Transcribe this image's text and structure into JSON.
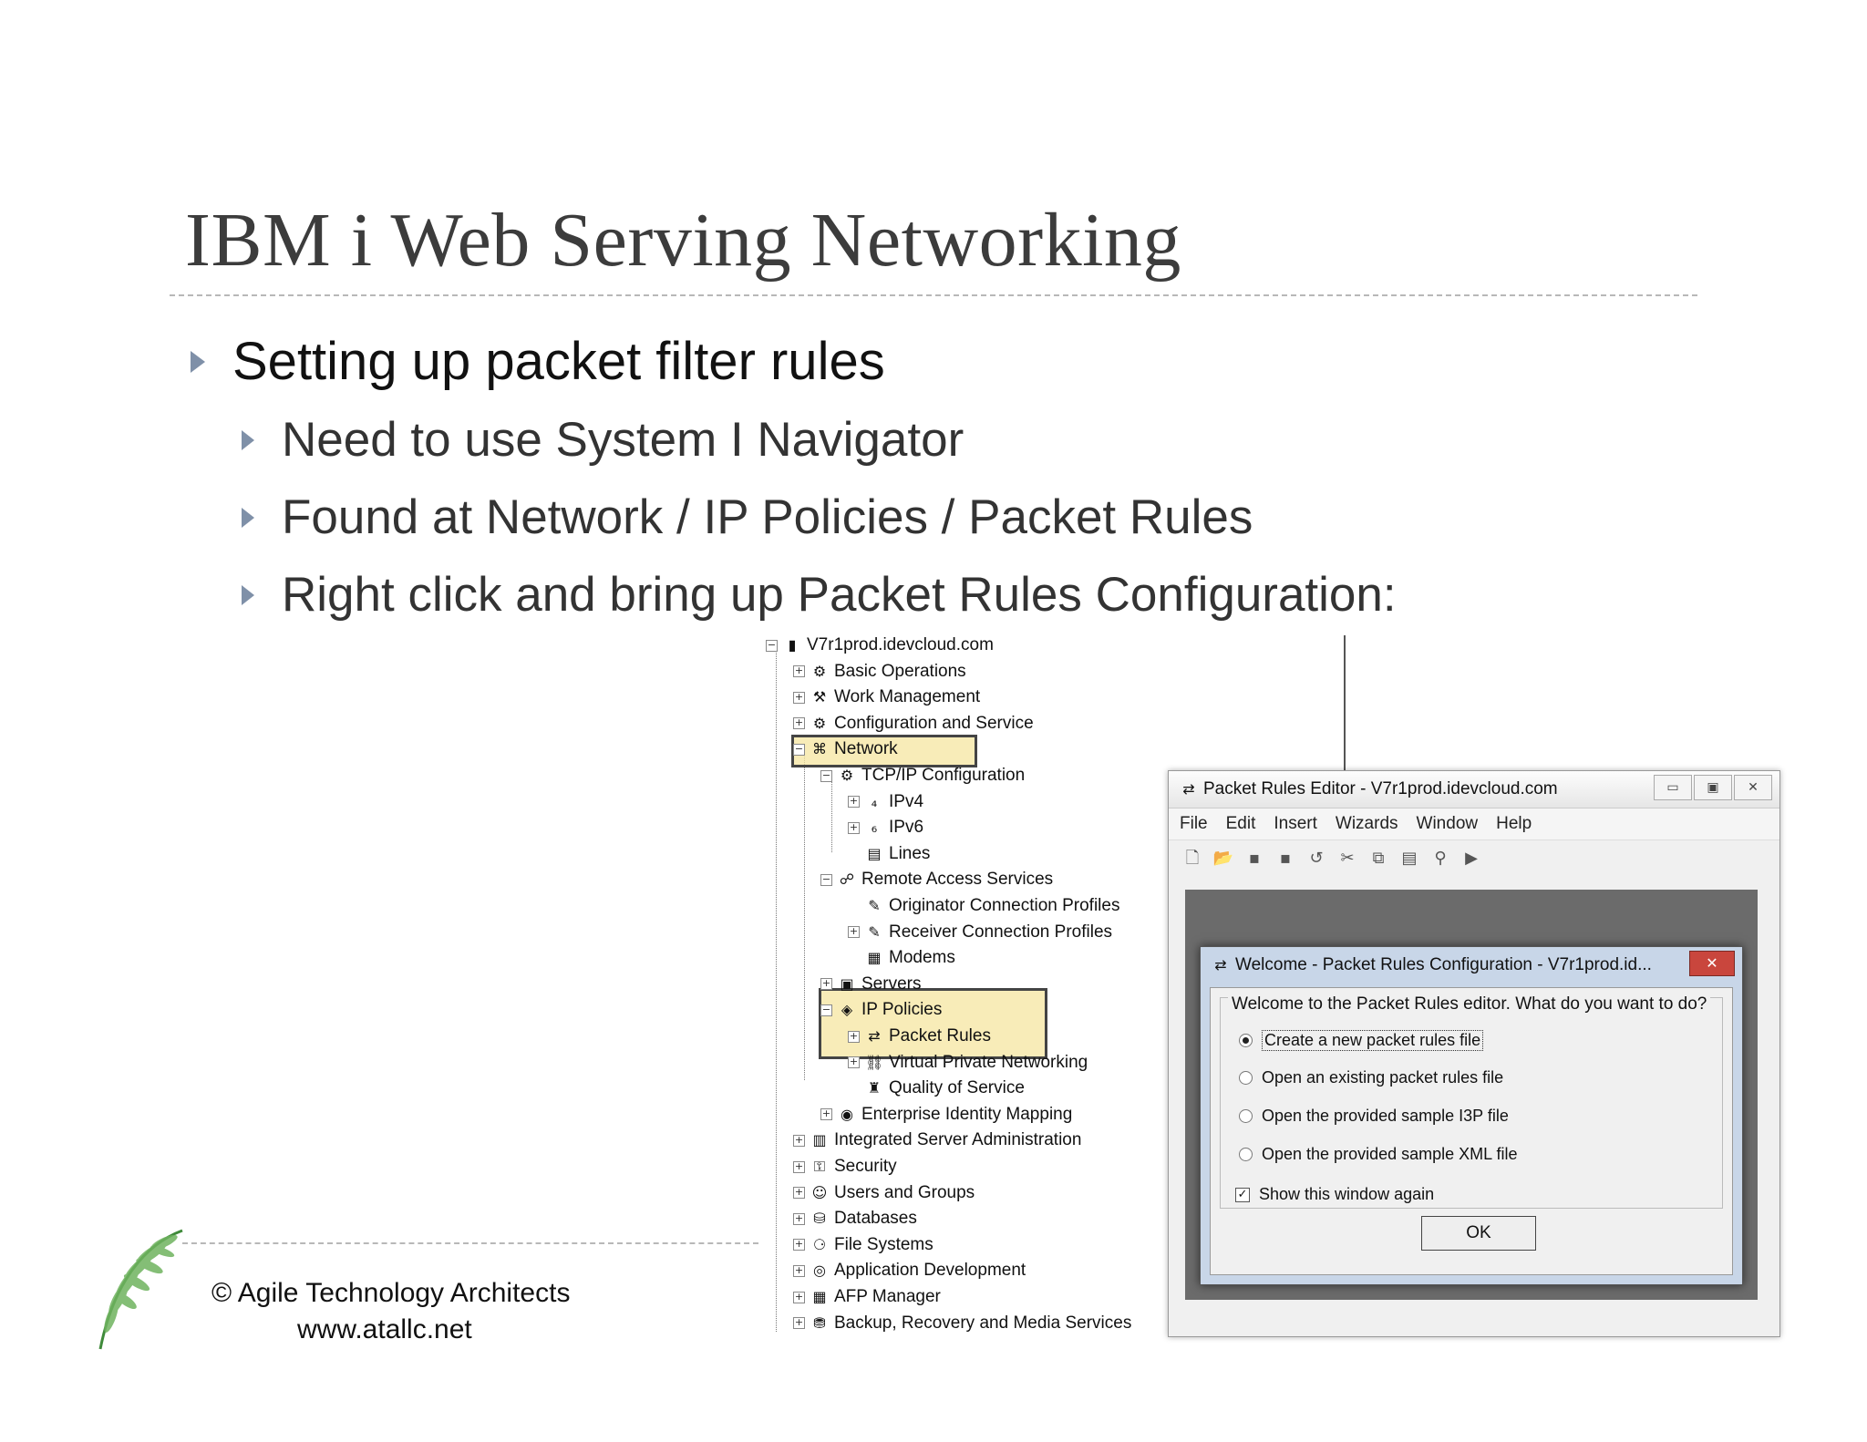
{
  "slide": {
    "title": "IBM i Web Serving Networking",
    "bullet_main": "Setting up packet filter rules",
    "sub_bullets": [
      "Need to use System I Navigator",
      "Found at Network / IP Policies / Packet Rules",
      "Right click and bring up Packet Rules Configuration:"
    ],
    "footer_copyright": "© Agile Technology Architects",
    "footer_url": "www.atallc.net"
  },
  "tree": {
    "items": [
      {
        "label": "V7r1prod.idevcloud.com",
        "icon": "server-icon",
        "level": 0,
        "toggle": "−"
      },
      {
        "label": "Basic Operations",
        "icon": "basic-operations-icon",
        "level": 1,
        "toggle": "+"
      },
      {
        "label": "Work Management",
        "icon": "work-management-icon",
        "level": 1,
        "toggle": "+"
      },
      {
        "label": "Configuration and Service",
        "icon": "configuration-icon",
        "level": 1,
        "toggle": "+"
      },
      {
        "label": "Network",
        "icon": "network-icon",
        "level": 1,
        "toggle": "−"
      },
      {
        "label": "TCP/IP Configuration",
        "icon": "tcpip-icon",
        "level": 2,
        "toggle": "−"
      },
      {
        "label": "IPv4",
        "icon": "ipv4-icon",
        "level": 3,
        "toggle": "+"
      },
      {
        "label": "IPv6",
        "icon": "ipv6-icon",
        "level": 3,
        "toggle": "+"
      },
      {
        "label": "Lines",
        "icon": "lines-icon",
        "level": 3,
        "toggle": ""
      },
      {
        "label": "Remote Access Services",
        "icon": "remote-access-icon",
        "level": 2,
        "toggle": "−"
      },
      {
        "label": "Originator Connection Profiles",
        "icon": "originator-icon",
        "level": 3,
        "toggle": ""
      },
      {
        "label": "Receiver Connection Profiles",
        "icon": "receiver-icon",
        "level": 3,
        "toggle": "+"
      },
      {
        "label": "Modems",
        "icon": "modem-icon",
        "level": 3,
        "toggle": ""
      },
      {
        "label": "Servers",
        "icon": "servers-icon",
        "level": 2,
        "toggle": "+"
      },
      {
        "label": "IP Policies",
        "icon": "ip-policies-icon",
        "level": 2,
        "toggle": "−"
      },
      {
        "label": "Packet Rules",
        "icon": "packet-rules-icon",
        "level": 3,
        "toggle": "+"
      },
      {
        "label": "Virtual Private Networking",
        "icon": "vpn-icon",
        "level": 3,
        "toggle": "+"
      },
      {
        "label": "Quality of Service",
        "icon": "qos-icon",
        "level": 3,
        "toggle": ""
      },
      {
        "label": "Enterprise Identity Mapping",
        "icon": "eim-icon",
        "level": 2,
        "toggle": "+"
      },
      {
        "label": "Integrated Server Administration",
        "icon": "integrated-server-icon",
        "level": 1,
        "toggle": "+"
      },
      {
        "label": "Security",
        "icon": "security-icon",
        "level": 1,
        "toggle": "+"
      },
      {
        "label": "Users and Groups",
        "icon": "users-groups-icon",
        "level": 1,
        "toggle": "+"
      },
      {
        "label": "Databases",
        "icon": "databases-icon",
        "level": 1,
        "toggle": "+"
      },
      {
        "label": "File Systems",
        "icon": "file-systems-icon",
        "level": 1,
        "toggle": "+"
      },
      {
        "label": "Application Development",
        "icon": "app-dev-icon",
        "level": 1,
        "toggle": "+"
      },
      {
        "label": "AFP Manager",
        "icon": "afp-manager-icon",
        "level": 1,
        "toggle": "+"
      },
      {
        "label": "Backup, Recovery and Media Services",
        "icon": "backup-icon",
        "level": 1,
        "toggle": "+"
      }
    ]
  },
  "editor": {
    "title": "Packet Rules Editor - V7r1prod.idevcloud.com",
    "menu": [
      "File",
      "Edit",
      "Insert",
      "Wizards",
      "Window",
      "Help"
    ],
    "toolbar_icons": [
      "new-file-icon",
      "open-folder-icon",
      "save-icon",
      "save-all-icon",
      "undo-icon",
      "cut-icon",
      "copy-icon",
      "paste-icon",
      "search-icon",
      "run-icon"
    ]
  },
  "dialog": {
    "title": "Welcome - Packet Rules Configuration - V7r1prod.id...",
    "prompt": "Welcome to the Packet Rules editor.  What do you want to do?",
    "options": [
      {
        "label": "Create a new packet rules file",
        "selected": true
      },
      {
        "label": "Open an existing packet rules file",
        "selected": false
      },
      {
        "label": "Open the provided sample I3P file",
        "selected": false
      },
      {
        "label": "Open the provided sample XML file",
        "selected": false
      }
    ],
    "checkbox_label": "Show this window again",
    "checkbox_checked": true,
    "ok_label": "OK",
    "close_glyph": "✕"
  },
  "colors": {
    "bullet": "#7f90a8",
    "highlight": "#f5e6a0",
    "close_button": "#c9463d"
  }
}
